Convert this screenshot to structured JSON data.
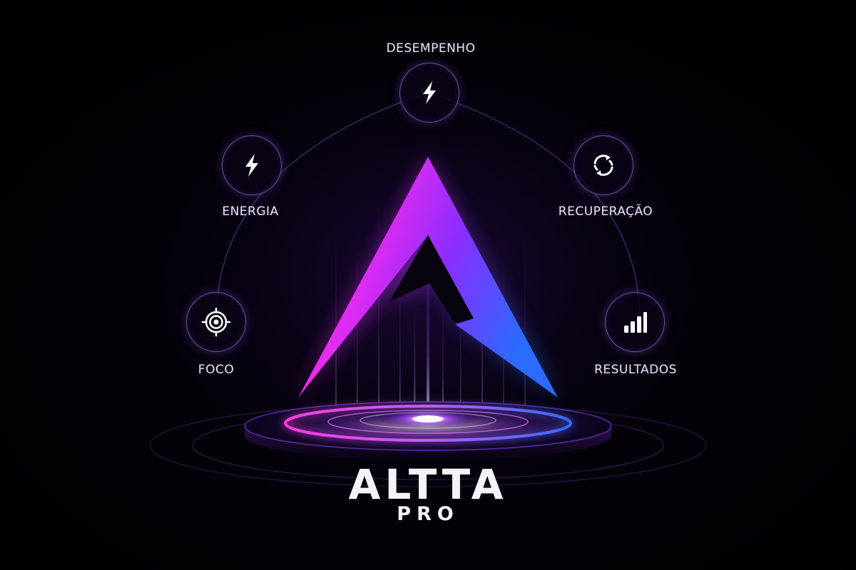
{
  "brand": {
    "name": "ALTTA",
    "sub": "PRO"
  },
  "features": [
    {
      "key": "desempenho",
      "label": "DESEMPENHO",
      "icon": "lightning-bolt-icon"
    },
    {
      "key": "energia",
      "label": "ENERGIA",
      "icon": "lightning-bolt-icon"
    },
    {
      "key": "recuperacao",
      "label": "RECUPERAÇÃO",
      "icon": "refresh-cycle-icon"
    },
    {
      "key": "foco",
      "label": "FOCO",
      "icon": "target-icon"
    },
    {
      "key": "resultados",
      "label": "RESULTADOS",
      "icon": "bar-chart-icon"
    }
  ],
  "colors": {
    "background": "#000000",
    "logo_magenta": "#ff2bd6",
    "logo_violet": "#9b2cff",
    "logo_blue": "#2a5bff",
    "ring_glow": "#b45cff",
    "text": "#e8e6f0"
  }
}
